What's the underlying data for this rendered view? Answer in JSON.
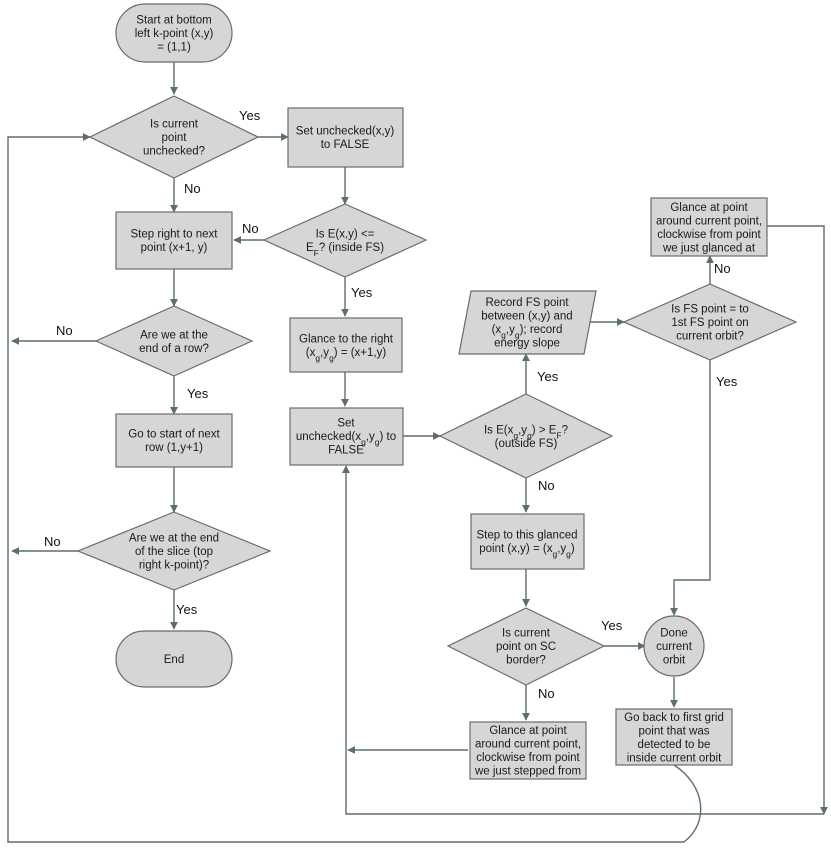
{
  "diagram": {
    "nodes": {
      "start": {
        "lines": [
          "Start at bottom",
          "left k-point (x,y)",
          "= (1,1)"
        ]
      },
      "d_unchecked": {
        "lines": [
          "Is current",
          "point",
          "unchecked?"
        ]
      },
      "set_unchecked": {
        "lines": [
          "Set unchecked(x,y)",
          "to FALSE"
        ]
      },
      "d_inside_fs": {
        "lines": [
          [
            {
              "t": "Is E(x,y) <="
            }
          ],
          [
            {
              "t": "E"
            },
            {
              "t": "F",
              "s": "sub"
            },
            {
              "t": "? (inside FS)"
            }
          ]
        ]
      },
      "step_right": {
        "lines": [
          "Step right to next",
          "point (x+1, y)"
        ]
      },
      "d_end_row": {
        "lines": [
          "Are we at the",
          "end of a row?"
        ]
      },
      "next_row": {
        "lines": [
          "Go to start of next",
          "row (1,y+1)"
        ]
      },
      "d_end_slice": {
        "lines": [
          "Are we at the end",
          "of the slice (top",
          "right k-point)?"
        ]
      },
      "end": {
        "lines": [
          "End"
        ]
      },
      "glance_right": {
        "lines": [
          [
            {
              "t": "Glance to the right"
            }
          ],
          [
            {
              "t": "(x"
            },
            {
              "t": "g",
              "s": "sub"
            },
            {
              "t": ",y"
            },
            {
              "t": "g",
              "s": "sub"
            },
            {
              "t": ") = (x+1,y)"
            }
          ]
        ]
      },
      "set_unchecked_g": {
        "lines": [
          [
            {
              "t": "Set"
            }
          ],
          [
            {
              "t": "unchecked(x"
            },
            {
              "t": "g",
              "s": "sub"
            },
            {
              "t": ",y"
            },
            {
              "t": "g",
              "s": "sub"
            },
            {
              "t": ") to"
            }
          ],
          [
            {
              "t": "FALSE"
            }
          ]
        ]
      },
      "d_outside_fs": {
        "lines": [
          [
            {
              "t": "Is E(x"
            },
            {
              "t": "g",
              "s": "sub"
            },
            {
              "t": ",y"
            },
            {
              "t": "g",
              "s": "sub"
            },
            {
              "t": ") > E"
            },
            {
              "t": "F",
              "s": "sub"
            },
            {
              "t": "?"
            }
          ],
          [
            {
              "t": "(outside FS)"
            }
          ]
        ]
      },
      "record_fs": {
        "lines": [
          [
            {
              "t": "Record FS point"
            }
          ],
          [
            {
              "t": "between (x,y) and"
            }
          ],
          [
            {
              "t": "(x"
            },
            {
              "t": "g",
              "s": "sub"
            },
            {
              "t": ",y"
            },
            {
              "t": "g",
              "s": "sub"
            },
            {
              "t": "); record"
            }
          ],
          [
            {
              "t": "energy slope"
            }
          ]
        ]
      },
      "d_first_fs": {
        "lines": [
          "Is FS point = to",
          "1st FS point on",
          "current orbit?"
        ]
      },
      "glance_cw_glanced": {
        "lines": [
          "Glance at point",
          "around current point,",
          "clockwise from point",
          "we just glanced at"
        ]
      },
      "step_glanced": {
        "lines": [
          [
            {
              "t": "Step to this glanced"
            }
          ],
          [
            {
              "t": "point (x,y) = (x"
            },
            {
              "t": "g",
              "s": "sub"
            },
            {
              "t": ",y"
            },
            {
              "t": "g",
              "s": "sub"
            },
            {
              "t": ")"
            }
          ]
        ]
      },
      "d_sc_border": {
        "lines": [
          "Is current",
          "point on SC",
          "border?"
        ]
      },
      "done_orbit": {
        "lines": [
          "Done",
          "current",
          "orbit"
        ]
      },
      "glance_cw_stepped": {
        "lines": [
          "Glance at point",
          "around current point,",
          "clockwise from point",
          "we just stepped from"
        ]
      },
      "go_back": {
        "lines": [
          "Go back to first grid",
          "point that was",
          "detected to be",
          "inside current orbit"
        ]
      }
    },
    "edge_labels": {
      "unchecked_yes": "Yes",
      "unchecked_no": "No",
      "inside_no": "No",
      "inside_yes": "Yes",
      "end_row_no": "No",
      "end_row_yes": "Yes",
      "end_slice_no": "No",
      "end_slice_yes": "Yes",
      "outside_yes": "Yes",
      "outside_no": "No",
      "first_fs_no": "No",
      "first_fs_yes": "Yes",
      "sc_border_yes": "Yes",
      "sc_border_no": "No"
    }
  }
}
